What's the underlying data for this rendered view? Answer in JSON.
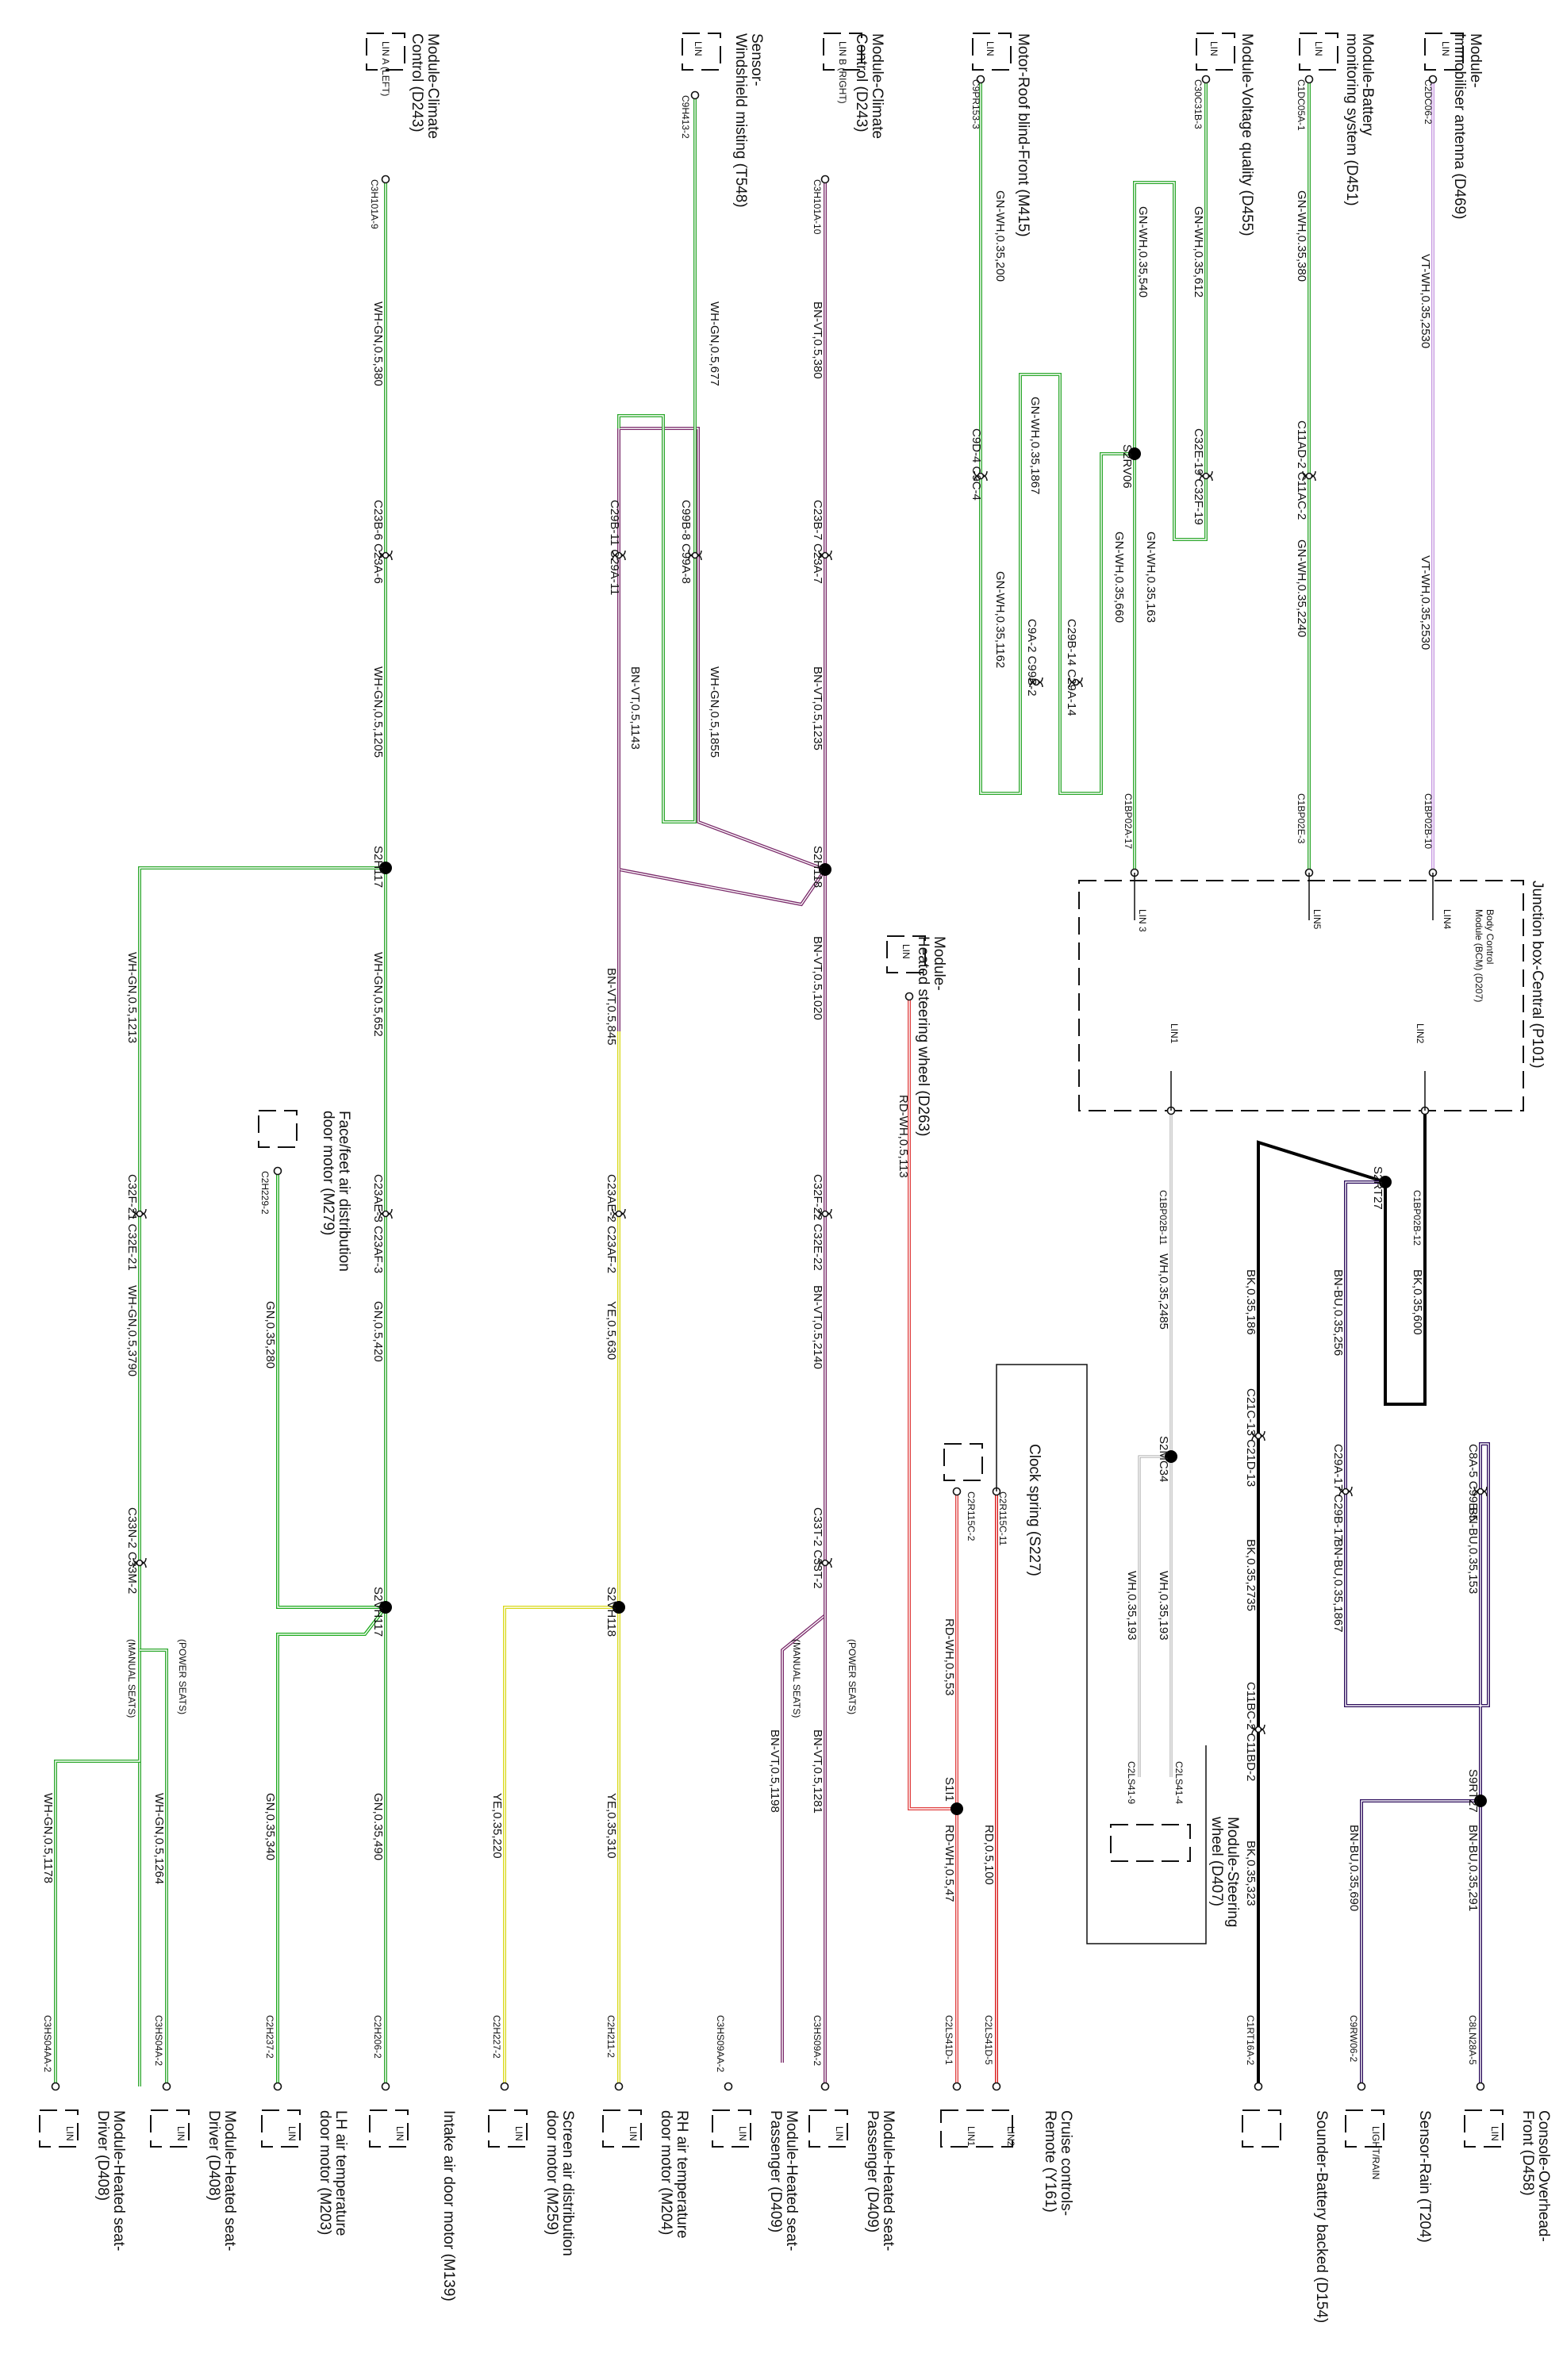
{
  "diagram": {
    "wire_colors": {
      "VT-WH": "#c596e0",
      "GN-WH": "#2ea82e",
      "WH-GN": "#2ea82e",
      "BN-VT": "#7a2a6a",
      "YE": "#d8d81a",
      "GN": "#1eaa1e",
      "RD-WH": "#e04040",
      "RD": "#d81414",
      "WH": "#9a9a9a",
      "BK": "#000000",
      "BN-BU": "#2a0a5a"
    },
    "modules": {
      "immobiliser": {
        "title": [
          "Module-",
          "Immobiliser antenna (D469)"
        ],
        "pin": "LIN",
        "connector": "C2DC06-2"
      },
      "battery_monitor": {
        "title": [
          "Module-Battery",
          "monitoring system (D451)"
        ],
        "pin": "LIN",
        "connector": "C1DC05A-1"
      },
      "voltage_quality": {
        "title": [
          "Module-Voltage quality (D455)"
        ],
        "pin": "LIN",
        "connector": "C30C31B-3"
      },
      "roof_blind": {
        "title": [
          "Motor-Roof blind-Front (M415)"
        ],
        "pin": "LIN",
        "connector": "C9PR153-3"
      },
      "climate_right": {
        "title": [
          "Module-Climate",
          "Control (D243)"
        ],
        "pin": "LIN B (RIGHT)",
        "connector": "C3H101A-10"
      },
      "windshield": {
        "title": [
          "Sensor-",
          "Windshield misting (T548)"
        ],
        "pin": "LIN",
        "connector": "C9H413-2"
      },
      "climate_left": {
        "title": [
          "Module-Climate",
          "Control (D243)"
        ],
        "pin": "LIN A (LEFT)",
        "connector": "C3H101A-9"
      },
      "heated_wheel": {
        "title": [
          "Module-",
          "Heated steering wheel (D263)"
        ],
        "pin": "LIN"
      },
      "face_feet": {
        "title": [
          "Face/feet air distribution",
          "door motor (M279)"
        ],
        "connector": "C2H229-2"
      },
      "clock_spring": {
        "title": [
          "Clock spring (S227)"
        ],
        "connectors": [
          "C2R115C-11",
          "C2R115C-2"
        ]
      },
      "steering_wheel_module": {
        "title": [
          "Module-Steering",
          "wheel (D407)"
        ],
        "connectors": [
          "C2LS41-4",
          "C2LS41-9"
        ]
      },
      "console_overhead": {
        "title": [
          "Console-Overhead-",
          "Front (D458)"
        ],
        "pin": "LIN",
        "connector": "C8LN28A-5"
      },
      "rain_sensor": {
        "title": [
          "Sensor-Rain (T204)"
        ],
        "pin": "LIGHT/RAIN",
        "connector": "C9RW06-2"
      },
      "sounder": {
        "title": [
          "Sounder-Battery backed (D154)"
        ],
        "connector": "C1RT16A-2"
      },
      "cruise": {
        "title": [
          "Cruise controls-",
          "Remote (Y161)"
        ],
        "pins": [
          "LIN2",
          "LIN1"
        ],
        "connectors": [
          "C2LS41D-5",
          "C2LS41D-1"
        ]
      },
      "seat_pass_power": {
        "title": [
          "Module-Heated seat-",
          "Passenger (D409)"
        ],
        "pin": "LIN",
        "connector": "C3HS09A-2"
      },
      "seat_pass_manual": {
        "title": [
          "Module-Heated seat-",
          "Passenger (D409)"
        ],
        "pin": "LIN",
        "connector": "C3HS09AA-2"
      },
      "rh_air_temp": {
        "title": [
          "RH air temperature",
          "door motor (M204)"
        ],
        "pin": "LIN",
        "connector": "C2H211-2"
      },
      "screen_air": {
        "title": [
          "Screen air distribution",
          "door motor (M259)"
        ],
        "pin": "LIN",
        "connector": "C2H227-2"
      },
      "intake_air": {
        "title": [
          "Intake air door motor (M139)"
        ],
        "pin": "LIN",
        "connector": "C2H206-2"
      },
      "lh_air_temp": {
        "title": [
          "LH air temperature",
          "door motor (M203)"
        ],
        "pin": "LIN",
        "connector": "C2H237-2"
      },
      "seat_driver_power": {
        "title": [
          "Module-Heated seat-",
          "Driver (D408)"
        ],
        "pin": "LIN",
        "connector": "C3HS04A-2"
      },
      "seat_driver_manual": {
        "title": [
          "Module-Heated seat-",
          "Driver (D408)"
        ],
        "pin": "LIN",
        "connector": "C3HS04AA-2"
      }
    },
    "junction_box": {
      "title": "Junction box-Central (P101)",
      "bcm_label": [
        "Body Control",
        "Module (BCM) (D207)"
      ],
      "pins": [
        "LIN4",
        "LIN5",
        "LIN 3",
        "LIN2",
        "LIN1"
      ],
      "connectors": [
        "C1BP02B-10",
        "C1BP02E-3",
        "C1BP02A-17",
        "C1BP02B-12",
        "C1BP02B-11"
      ]
    },
    "wire_labels": [
      "VT-WH,0.35,2530",
      "VT-WH,0.35,2530",
      "GN-WH,0.35,380",
      "GN-WH,0.35,2240",
      "GN-WH,0.35,612",
      "GN-WH,0.35,540",
      "GN-WH,0.35,163",
      "GN-WH,0.35,660",
      "GN-WH,0.35,200",
      "GN-WH,0.35,1867",
      "GN-WH,0.35,1162",
      "BN-VT,0.5,380",
      "BN-VT,0.5,1235",
      "BN-VT,0.5,1020",
      "BN-VT,0.5,2140",
      "BN-VT,0.5,1281",
      "BN-VT,0.5,1198",
      "WH-GN,0.5,677",
      "WH-GN,0.5,1855",
      "BN-VT,0.5,1143",
      "BN-VT,0.5,845",
      "WH-GN,0.5,380",
      "WH-GN,0.5,1205",
      "WH-GN,0.5,652",
      "WH-GN,0.5,1213",
      "WH-GN,0.5,3790",
      "WH-GN,0.5,1264",
      "WH-GN,0.5,1178",
      "YE,0.5,630",
      "YE,0.35,310",
      "YE,0.35,220",
      "GN,0.5,420",
      "GN,0.35,490",
      "GN,0.35,280",
      "GN,0.35,340",
      "RD-WH,0.5,113",
      "RD-WH,0.5,53",
      "RD-WH,0.5,47",
      "RD,0.5,100",
      "WH,0.35,2485",
      "WH,0.35,193",
      "WH,0.35,193",
      "BK,0.35,600",
      "BK,0.35,186",
      "BK,0.35,2735",
      "BK,0.35,323",
      "BN-BU,0.35,256",
      "BN-BU,0.35,153",
      "BN-BU,0.35,1867",
      "BN-BU,0.35,291",
      "BN-BU,0.35,690"
    ],
    "splices": [
      "S2RV06",
      "S2H118",
      "S2H117",
      "S2VH117",
      "S2VH118",
      "S2RT27",
      "S2MC34",
      "S9RT27",
      "S1I1"
    ],
    "inline_connectors": [
      "C11AD-2 C11AC-2",
      "C32E-19 C32F-19",
      "C9D-4 C9C-4",
      "C29B-14 C29A-14",
      "C9A-2 C99B-2",
      "C23B-7 C23A-7",
      "C99B-8 C99A-8",
      "C29B-11 C29A-11",
      "C23B-6 C23A-6",
      "C32F-22 C32E-22",
      "C23AE-2 C23AF-2",
      "C23AE-3 C23AF-3",
      "C32F-21 C32E-21",
      "C33T-2 C33T-2",
      "C33N-2 C33M-2",
      "C21C-13 C21D-13",
      "C11BC-2 C11BD-2",
      "C8A-5 C99B-5",
      "C29A-17 C29B-17"
    ],
    "options": [
      "(POWER SEATS)",
      "(MANUAL SEATS)",
      "(POWER SEATS)",
      "(MANUAL SEATS)"
    ]
  }
}
